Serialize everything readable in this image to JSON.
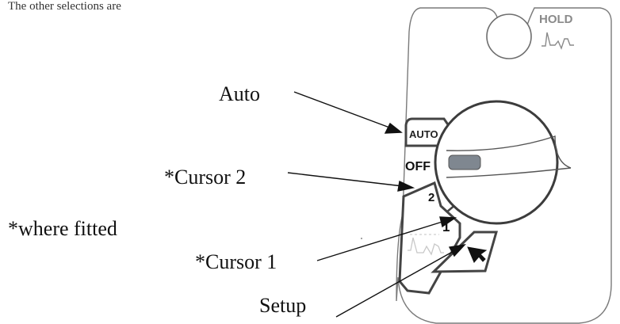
{
  "top_fragment": "The other selections are",
  "callouts": {
    "auto": "Auto",
    "cursor2": "*Cursor 2",
    "where_fitted": "*where fitted",
    "cursor1": "*Cursor 1",
    "setup": "Setup"
  },
  "device": {
    "hold_label": "HOLD",
    "dial_positions": {
      "auto": "AUTO",
      "off": "OFF",
      "cursor2": "2",
      "cursor1": "1"
    }
  },
  "colors": {
    "outline_dark": "#3a3a3a",
    "outline_light": "#7a7a7a",
    "device_fill": "#ffffff",
    "knob_slot": "#7f8790",
    "hold_text": "#8a8a8a"
  }
}
